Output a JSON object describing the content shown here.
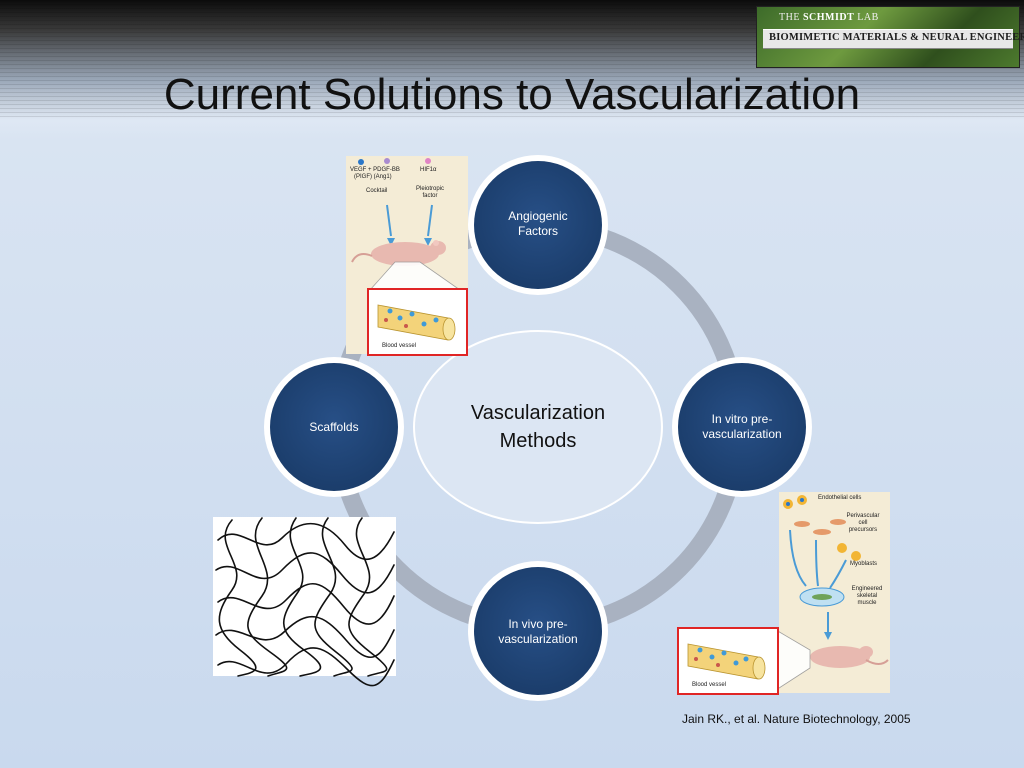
{
  "header": {
    "logo_line1_prefix": "THE",
    "logo_line1_name": "SCHMIDT",
    "logo_line1_suffix": "LAB",
    "logo_line2": "BIOMIMETIC MATERIALS & NEURAL ENGINEERING"
  },
  "title": "Current Solutions to Vascularization",
  "diagram": {
    "center_line1": "Vascularization",
    "center_line2": "Methods",
    "nodes": [
      {
        "line1": "Angiogenic",
        "line2": "Factors"
      },
      {
        "line1": "In vitro pre-",
        "line2": "vascularization"
      },
      {
        "line1": "In vivo pre-",
        "line2": "vascularization"
      },
      {
        "line1": "Scaffolds",
        "line2": ""
      }
    ]
  },
  "figure_top": {
    "vegf": "VEGF + PDGF-BB",
    "pigf": "(PIGF)     (Ang1)",
    "hif": "HIF1α",
    "cocktail": "Cocktail",
    "pleiotropic1": "Pleiotropic",
    "pleiotropic2": "factor",
    "blood_vessel": "Blood vessel"
  },
  "figure_bottom": {
    "endothelial": "Endothelial cells",
    "peri1": "Perivascular",
    "peri2": "cell",
    "peri3": "precursors",
    "myoblasts": "Myoblasts",
    "eng1": "Engineered",
    "eng2": "skeletal",
    "eng3": "muscle",
    "blood_vessel": "Blood vessel"
  },
  "citation": "Jain RK., et al. Nature Biotechnology, 2005",
  "colors": {
    "node_fill": "#1f4578",
    "ring": "#a9b2c1",
    "center_fill": "#dce6f3"
  }
}
